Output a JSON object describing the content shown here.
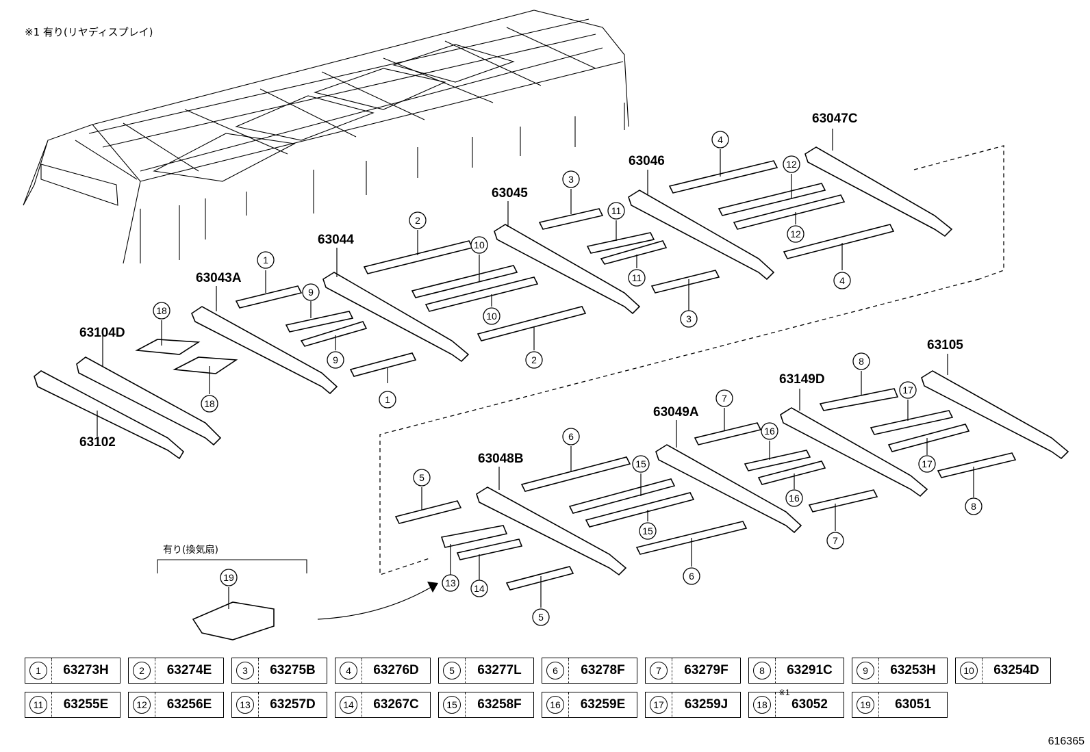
{
  "note_top": "※1 有り(リヤディスプレイ)",
  "note_fan": "有り(換気扇)",
  "labels": {
    "p63047C": "63047C",
    "p63046": "63046",
    "p63045": "63045",
    "p63044": "63044",
    "p63043A": "63043A",
    "p63104D": "63104D",
    "p63102": "63102",
    "p63105": "63105",
    "p63149D": "63149D",
    "p63049A": "63049A",
    "p63048B": "63048B"
  },
  "table": {
    "row1": [
      {
        "num": "1",
        "code": "63273H"
      },
      {
        "num": "2",
        "code": "63274E"
      },
      {
        "num": "3",
        "code": "63275B"
      },
      {
        "num": "4",
        "code": "63276D"
      },
      {
        "num": "5",
        "code": "63277L"
      },
      {
        "num": "6",
        "code": "63278F"
      },
      {
        "num": "7",
        "code": "63279F"
      },
      {
        "num": "8",
        "code": "63291C"
      },
      {
        "num": "9",
        "code": "63253H"
      },
      {
        "num": "10",
        "code": "63254D"
      }
    ],
    "row2": [
      {
        "num": "11",
        "code": "63255E"
      },
      {
        "num": "12",
        "code": "63256E"
      },
      {
        "num": "13",
        "code": "63257D"
      },
      {
        "num": "14",
        "code": "63267C"
      },
      {
        "num": "15",
        "code": "63258F"
      },
      {
        "num": "16",
        "code": "63259E"
      },
      {
        "num": "17",
        "code": "63259J"
      },
      {
        "num": "18",
        "code": "63052",
        "sup": "※1"
      },
      {
        "num": "19",
        "code": "63051"
      }
    ]
  },
  "diagram_id": "616365"
}
